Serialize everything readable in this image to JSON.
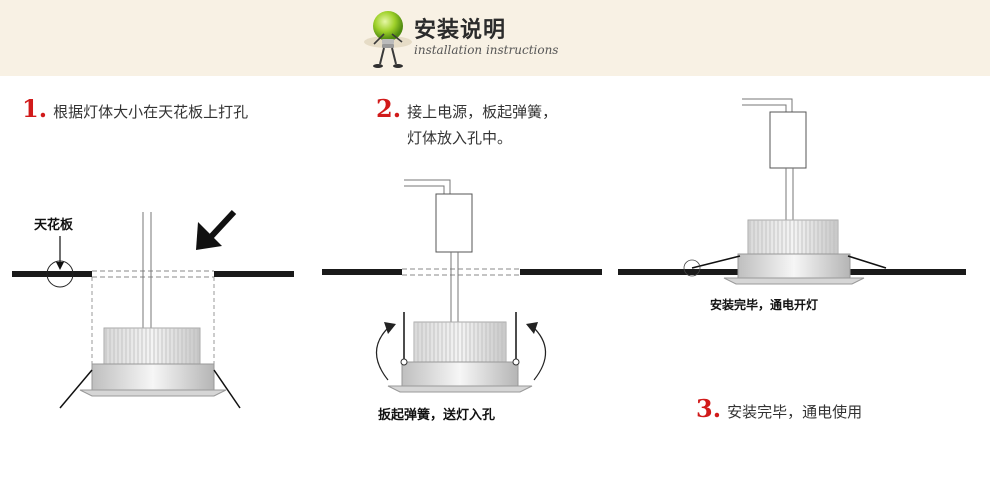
{
  "header": {
    "title_cn": "安装说明",
    "title_en": "installation instructions"
  },
  "steps": [
    {
      "number": "1.",
      "text": "根据灯体大小在天花板上打孔",
      "text2": ""
    },
    {
      "number": "2.",
      "text": "接上电源，板起弹簧，",
      "text2": "灯体放入孔中。"
    },
    {
      "number": "3.",
      "text": "安装完毕，通电使用",
      "text2": ""
    }
  ],
  "labels": {
    "ceiling": "天花板",
    "bend_spring": "扳起弹簧，送灯入孔",
    "done": "安装完毕，通电开灯"
  },
  "colors": {
    "accent_red": "#d11a1a",
    "header_bg": "#f8f1e4",
    "bulb_green": "#8cc21f"
  }
}
